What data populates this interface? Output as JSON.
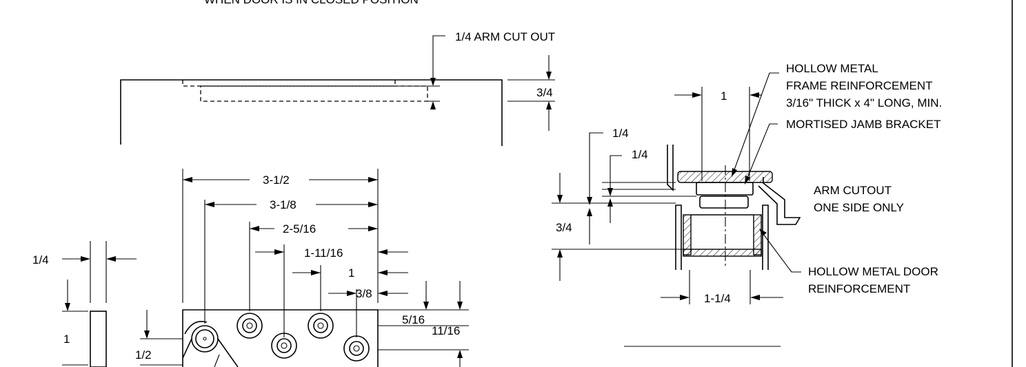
{
  "top_note": "WHEN DOOR IS IN CLOSED POSITION",
  "labels": {
    "arm_cut_out": "1/4 ARM CUT OUT",
    "dim_3_4_top": "3/4",
    "dim_3_1_2": "3-1/2",
    "dim_3_1_8": "3-1/8",
    "dim_2_5_16": "2-5/16",
    "dim_1_11_16": "1-11/16",
    "dim_1_mid": "1",
    "dim_3_8": "3/8",
    "dim_1_4_left": "1/4",
    "dim_1_left": "1",
    "dim_1_2": "1/2",
    "dim_5_16": "5/16",
    "dim_11_16": "11/16",
    "dim_1_right": "1",
    "dim_1_4_a": "1/4",
    "dim_1_4_b": "1/4",
    "dim_3_4_right": "3/4",
    "dim_1_1_4": "1-1/4",
    "frame_reinf_1": "HOLLOW METAL",
    "frame_reinf_2": "FRAME REINFORCEMENT",
    "frame_reinf_3": "3/16\" THICK x 4\"  LONG, MIN.",
    "jamb_bracket": "MORTISED JAMB BRACKET",
    "arm_cutout_1": "ARM CUTOUT",
    "arm_cutout_2": "ONE SIDE ONLY",
    "door_reinf_1": "HOLLOW METAL DOOR",
    "door_reinf_2": "REINFORCEMENT",
    "section_title": "SINGLE ACTING DOOR"
  }
}
